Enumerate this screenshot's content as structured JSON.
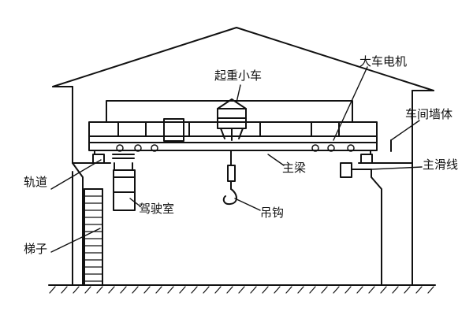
{
  "labels": {
    "trolley": "起重小车",
    "bridge_motor": "大车电机",
    "workshop_wall": "车间墙体",
    "main_slide_line": "主滑线",
    "main_beam": "主梁",
    "rail": "轨道",
    "cab": "驾驶室",
    "hook": "吊钩",
    "ladder": "梯子"
  },
  "colors": {
    "ink": "#111111",
    "background": "#ffffff"
  }
}
